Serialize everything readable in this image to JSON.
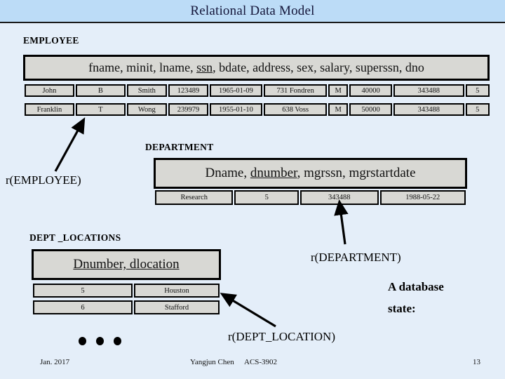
{
  "slide": {
    "title": "Relational Data Model"
  },
  "employee": {
    "label": "EMPLOYEE",
    "schema_parts": [
      {
        "text": "fname, minit, lname, ",
        "key": false
      },
      {
        "text": "ssn",
        "key": true
      },
      {
        "text": ", bdate, address, sex, salary, superssn, dno",
        "key": false
      }
    ],
    "schema_text": "fname, minit, lname, ssn, bdate, address, sex, salary, superssn, dno",
    "rows": [
      [
        "John",
        "B",
        "Smith",
        "123489",
        "1965-01-09",
        "731 Fondren",
        "M",
        "40000",
        "343488",
        "5"
      ],
      [
        "Franklin",
        "T",
        "Wong",
        "239979",
        "1955-01-10",
        "638 Voss",
        "M",
        "50000",
        "343488",
        "5"
      ]
    ],
    "annotation": "r(EMPLOYEE)"
  },
  "department": {
    "label": "DEPARTMENT",
    "schema_parts": [
      {
        "text": "Dname, ",
        "key": false
      },
      {
        "text": "dnumber",
        "key": true
      },
      {
        "text": ", mgrssn, mgrstartdate",
        "key": false
      }
    ],
    "schema_text": "Dname, dnumber, mgrssn, mgrstartdate",
    "rows": [
      [
        "Research",
        "5",
        "343488",
        "1988-05-22"
      ]
    ],
    "annotation": "r(DEPARTMENT)"
  },
  "dept_locations": {
    "label": "DEPT _LOCATIONS",
    "schema_parts": [
      {
        "text": "Dnumber, dlocation",
        "key": true
      }
    ],
    "schema_text": "Dnumber, dlocation",
    "rows": [
      [
        "5",
        "Houston"
      ],
      [
        "6",
        "Stafford"
      ]
    ],
    "annotation": "r(DEPT_LOCATION)"
  },
  "callout": {
    "line1": "A database",
    "line2": "state:"
  },
  "footer": {
    "date": "Jan. 2017",
    "author": "Yangjun Chen",
    "course": "ACS-3902",
    "page": "13"
  },
  "colors": {
    "title_bar": "#bcdcf7",
    "background": "#e4eef9",
    "cell_fill": "#d8d8d4",
    "border": "#000000"
  }
}
